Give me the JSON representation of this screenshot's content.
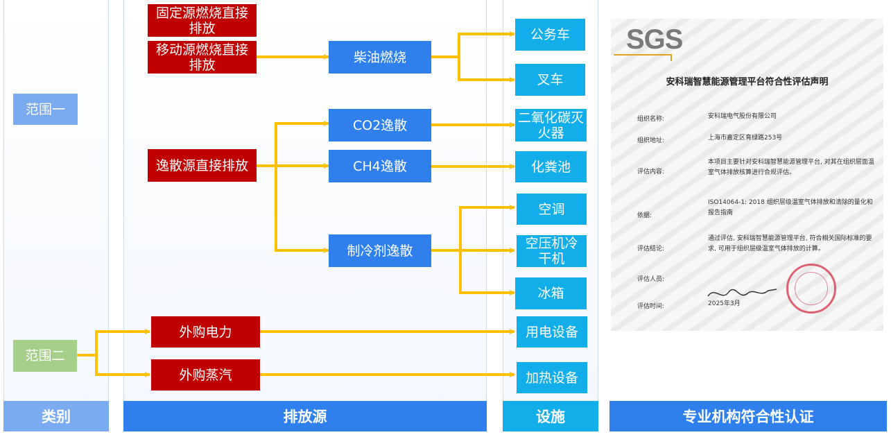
{
  "colors": {
    "red": "#c00000",
    "blue": "#2f80ed",
    "cyan": "#12aeea",
    "scope1": "#7aaaf0",
    "scope2": "#a6cf8a",
    "arrow": "#ffc000"
  },
  "scopes": {
    "scope1": "范围一",
    "scope2": "范围二"
  },
  "sources": {
    "fixed": "固定源燃烧直接排放",
    "mobile": "移动源燃烧直接排放",
    "fugitive": "逸散源直接排放",
    "electricity": "外购电力",
    "steam": "外购蒸汽"
  },
  "processes": {
    "diesel": "柴油燃烧",
    "co2": "CO2逸散",
    "ch4": "CH4逸散",
    "refrigerant": "制冷剂逸散"
  },
  "facilities": {
    "car": "公务车",
    "forklift": "叉车",
    "extinguisher": "二氧化碳灭火器",
    "septic": "化粪池",
    "ac": "空调",
    "dryer": "空压机冷干机",
    "fridge": "冰箱",
    "power_equipment": "用电设备",
    "heating_equipment": "加热设备"
  },
  "footer": {
    "category": "类别",
    "source": "排放源",
    "facility": "设施",
    "certification": "专业机构符合性认证"
  },
  "certificate": {
    "logo": "SGS",
    "title": "安科瑞智慧能源管理平台符合性评估声明",
    "rows": [
      {
        "label": "组织名称:",
        "value": "安科瑞电气股份有限公司"
      },
      {
        "label": "组织地址:",
        "value": "上海市嘉定区育绿路253号"
      },
      {
        "label": "评估内容:",
        "value": "本项目主要针对安科瑞智慧能源管理平台, 对其在组织层面温室气体排放核算进行合规评估。"
      },
      {
        "label": "依据:",
        "value": "ISO14064-1: 2018 组织层级温室气体排放和清除的量化和报告指南"
      },
      {
        "label": "评估结论:",
        "value": "通过评估, 安科瑞智慧能源管理平台, 符合相关国际标准的要求, 可用于组织层级温室气体排放的计算。"
      },
      {
        "label": "评估人员:",
        "value": ""
      },
      {
        "label": "评估时间:",
        "value": "2025年3月"
      }
    ]
  }
}
